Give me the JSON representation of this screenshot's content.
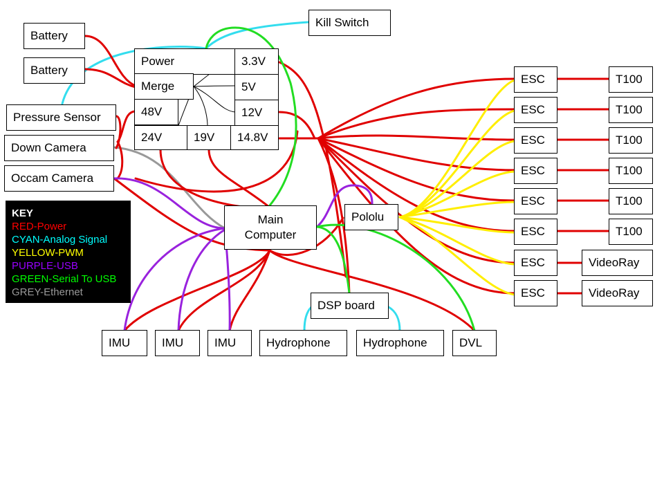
{
  "components": {
    "battery_1": "Battery",
    "battery_2": "Battery",
    "kill_switch": "Kill Switch",
    "pressure_sensor": "Pressure Sensor",
    "down_camera": "Down Camera",
    "occam_camera": "Occam Camera",
    "main_computer": "Main Computer",
    "pololu": "Pololu",
    "dsp_board": "DSP board",
    "imu_1": "IMU",
    "imu_2": "IMU",
    "imu_3": "IMU",
    "hydrophone_1": "Hydrophone",
    "hydrophone_2": "Hydrophone",
    "dvl": "DVL"
  },
  "power_board": {
    "power": "Power",
    "merge": "Merge",
    "v3_3": "3.3V",
    "v5": "5V",
    "v12": "12V",
    "v48": "48V",
    "v24": "24V",
    "v19": "19V",
    "v14_8": "14.8V"
  },
  "escs": [
    "ESC",
    "ESC",
    "ESC",
    "ESC",
    "ESC",
    "ESC",
    "ESC",
    "ESC"
  ],
  "thrusters": [
    "T100",
    "T100",
    "T100",
    "T100",
    "T100",
    "T100",
    "VideoRay",
    "VideoRay"
  ],
  "key": {
    "title": "KEY",
    "entries": [
      {
        "label": "RED-Power",
        "color": "#ff0000"
      },
      {
        "label": "CYAN-Analog Signal",
        "color": "#00ffff"
      },
      {
        "label": "YELLOW-PWM",
        "color": "#ffff00"
      },
      {
        "label": "PURPLE-USB",
        "color": "#9900ff"
      },
      {
        "label": "GREEN-Serial To USB",
        "color": "#00ff00"
      },
      {
        "label": "GREY-Ethernet",
        "color": "#999999"
      }
    ]
  },
  "colors": {
    "power": "#e00000",
    "analog": "#33ddee",
    "pwm": "#ffee00",
    "usb": "#9922dd",
    "serial": "#22dd22",
    "ethernet": "#999999",
    "internal": "#000000"
  }
}
